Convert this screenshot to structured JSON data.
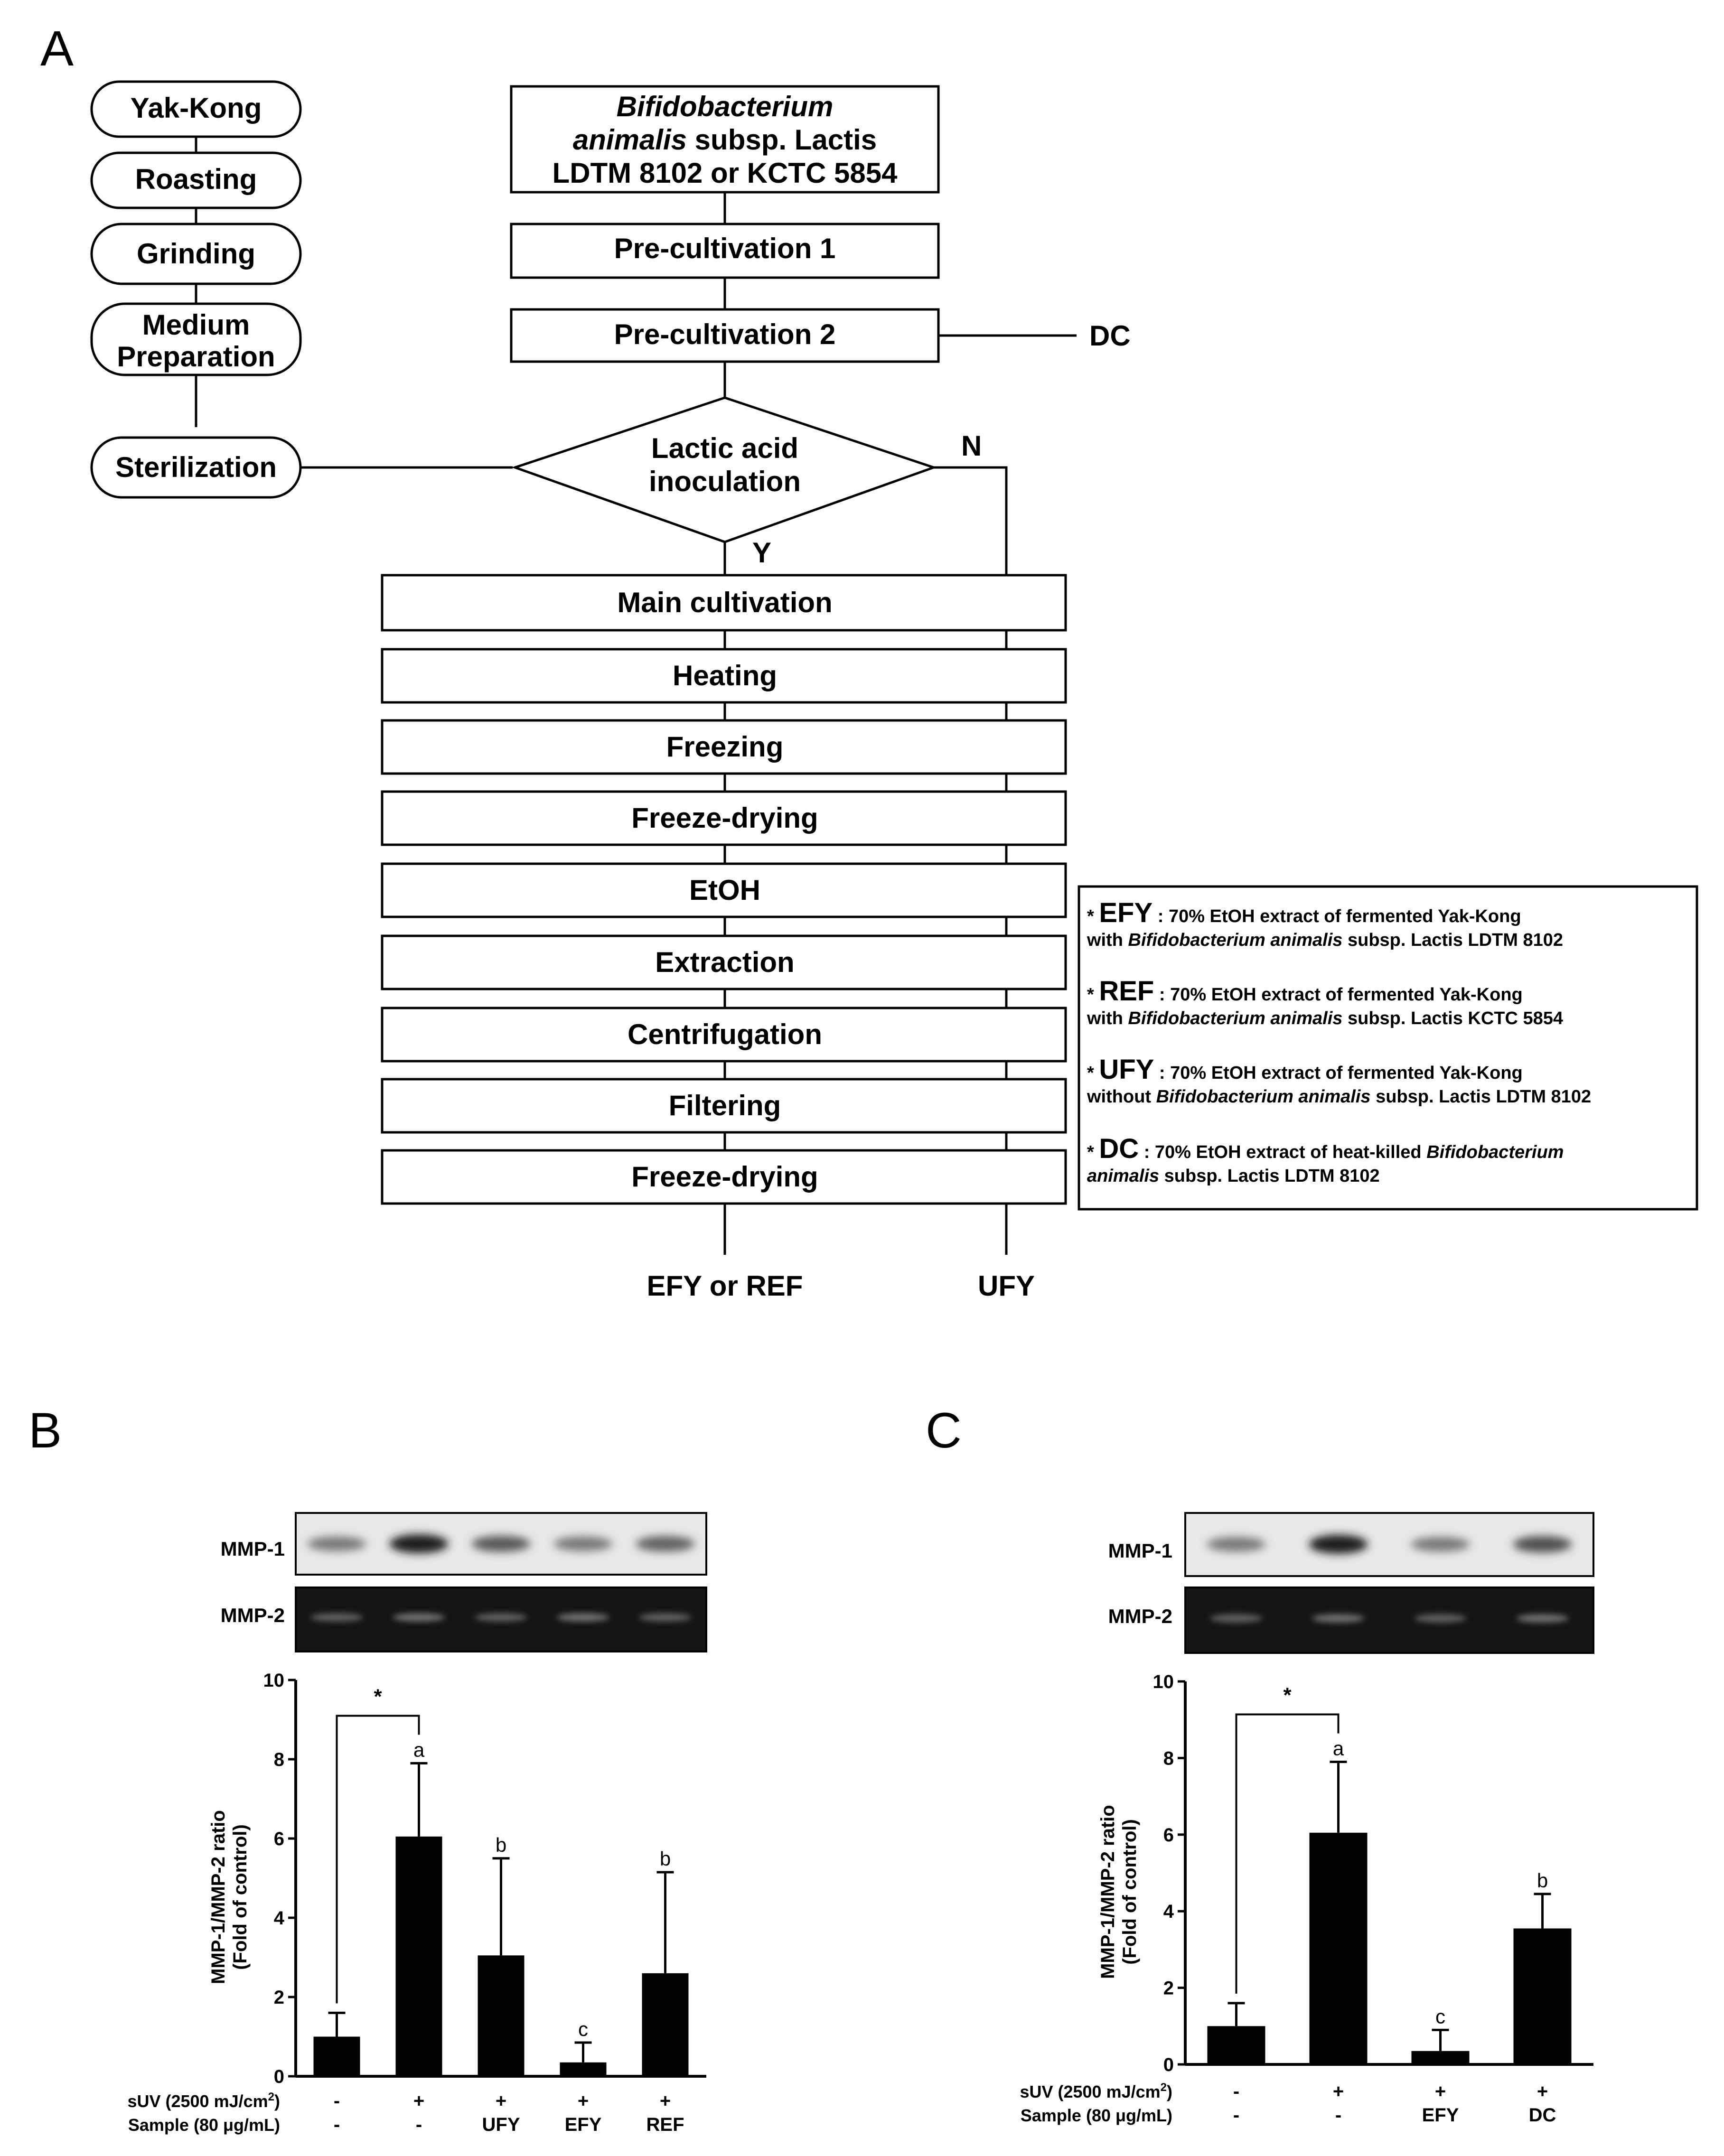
{
  "panels": {
    "a": "A",
    "b": "B",
    "c": "C"
  },
  "flow": {
    "left_steps": [
      "Yak-Kong",
      "Roasting",
      "Grinding",
      "Medium",
      "Preparation",
      "Sterilization"
    ],
    "strain": {
      "line1": "Bifidobacterium",
      "line2_italic": "animalis",
      "line2_rest": " subsp. Lactis",
      "line3": "LDTM 8102 or KCTC 5854"
    },
    "pre1": "Pre-cultivation 1",
    "pre2": "Pre-cultivation 2",
    "dc_out": "DC",
    "decision": [
      "Lactic acid",
      "inoculation"
    ],
    "yes": "Y",
    "no": "N",
    "process_steps": [
      "Main cultivation",
      "Heating",
      "Freezing",
      "Freeze-drying",
      "EtOH",
      "Extraction",
      "Centrifugation",
      "Filtering",
      "Freeze-drying"
    ],
    "output_left": "EFY or REF",
    "output_right": "UFY"
  },
  "legend": [
    {
      "star": "* ",
      "abbr": "EFY",
      "l1": " : 70% EtOH extract of fermented Yak-Kong",
      "l2a": "with ",
      "l2i": "Bifidobacterium animalis",
      "l2b": " subsp. Lactis LDTM 8102"
    },
    {
      "star": "* ",
      "abbr": "REF",
      "l1": " : 70% EtOH extract of fermented Yak-Kong",
      "l2a": "with ",
      "l2i": "Bifidobacterium animalis",
      "l2b": " subsp. Lactis KCTC 5854"
    },
    {
      "star": "* ",
      "abbr": "UFY",
      "l1": " : 70% EtOH extract of fermented Yak-Kong",
      "l2a": "without ",
      "l2i": "Bifidobacterium animalis",
      "l2b": " subsp. Lactis LDTM 8102"
    },
    {
      "star": "* ",
      "abbr": "DC",
      "l1a": " : 70% EtOH extract of heat-killed ",
      "l1i": "Bifidobacterium",
      "l2i": "animalis",
      "l2b": " subsp. Lactis LDTM 8102"
    }
  ],
  "blots": {
    "mmp1": "MMP-1",
    "mmp2": "MMP-2"
  },
  "row_labels": {
    "suv": "sUV (2500 mJ/cm",
    "suv_sup": "2",
    "suv_end": ")",
    "sample": "Sample (80 μg/mL)"
  },
  "colors": {
    "bar": "#000000",
    "blot_light": "#e8e8e8",
    "blot_dark": "#141414"
  },
  "chart_data": [
    {
      "type": "bar",
      "panel": "B",
      "ylabel": "MMP-1/MMP-2 ratio (Fold of control)",
      "ylabel_lines": [
        "MMP-1/MMP-2 ratio",
        "(Fold of control)"
      ],
      "ylim": [
        0,
        10
      ],
      "yticks": [
        0,
        2,
        4,
        6,
        8,
        10
      ],
      "categories": [
        "1",
        "2",
        "3",
        "4",
        "5"
      ],
      "suv": [
        "-",
        "+",
        "+",
        "+",
        "+"
      ],
      "sample": [
        "-",
        "-",
        "UFY",
        "EFY",
        "REF"
      ],
      "values": [
        1.0,
        6.05,
        3.05,
        0.35,
        2.6
      ],
      "errors": [
        0.6,
        1.85,
        2.45,
        0.5,
        2.55
      ],
      "letters": [
        "",
        "a",
        "b",
        "c",
        "b"
      ],
      "sig_mark": "*",
      "sig_pair": [
        0,
        1
      ]
    },
    {
      "type": "bar",
      "panel": "C",
      "ylabel": "MMP-1/MMP-2 ratio (Fold of control)",
      "ylabel_lines": [
        "MMP-1/MMP-2 ratio",
        "(Fold of control)"
      ],
      "ylim": [
        0,
        10
      ],
      "yticks": [
        0,
        2,
        4,
        6,
        8,
        10
      ],
      "categories": [
        "1",
        "2",
        "3",
        "4"
      ],
      "suv": [
        "-",
        "+",
        "+",
        "+"
      ],
      "sample": [
        "-",
        "-",
        "EFY",
        "DC"
      ],
      "values": [
        1.0,
        6.05,
        0.35,
        3.55
      ],
      "errors": [
        0.6,
        1.85,
        0.55,
        0.9
      ],
      "letters": [
        "",
        "a",
        "c",
        "b"
      ],
      "sig_mark": "*",
      "sig_pair": [
        0,
        1
      ]
    }
  ]
}
